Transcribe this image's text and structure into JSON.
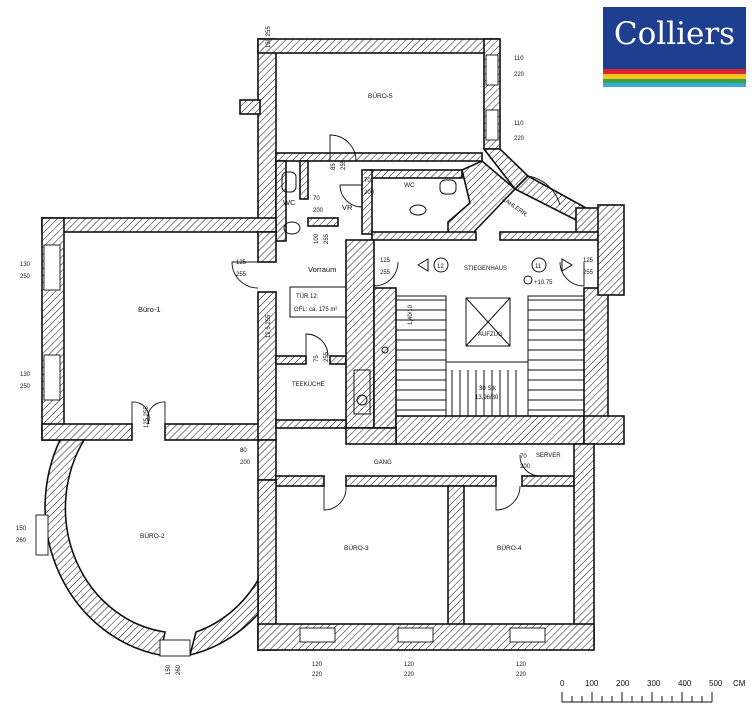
{
  "brand": {
    "name": "Colliers",
    "colors": {
      "blue": "#1e3f8f",
      "red": "#d9262e",
      "yellow": "#f4c21b",
      "green": "#3aa34a",
      "sky": "#39a9dc"
    }
  },
  "rooms": {
    "buero1": "Büro-1",
    "buero2": "BÜRO-2",
    "buero3": "BÜRO-3",
    "buero4": "BÜRO-4",
    "buero5": "BÜRO-5",
    "wc_left": "WC",
    "wc_right": "WC",
    "vr": "VR",
    "vorraum": "Vorraum",
    "teekueche": "TEEKÜCHE",
    "gang": "GANG",
    "server": "SERVER",
    "zaehler": "ZÄHLERR.",
    "stiegenhaus": "STIEGENHAUS",
    "aufzug": "AUFZUG",
    "stiege_steps": "30 Stk",
    "stiege_dim": "13,96/30"
  },
  "info_box": {
    "line1": "TÜR 12:",
    "line2": "GFL: ca. 175 m²"
  },
  "markers": {
    "door12": "12",
    "door11": "11",
    "level": "+10,75"
  },
  "dims": {
    "d_125_255": [
      "125",
      "255"
    ],
    "d_130_250": [
      "130",
      "250"
    ],
    "d_110_220": [
      "110",
      "220"
    ],
    "d_85_255": [
      "85",
      "255"
    ],
    "d_70_200": [
      "70",
      "200"
    ],
    "d_100_255": [
      "100",
      "255"
    ],
    "d_80_200": [
      "80",
      "200"
    ],
    "d_150_260": [
      "150",
      "260"
    ],
    "d_120_220": [
      "120",
      "220"
    ],
    "d_75_255": [
      "75",
      "255"
    ],
    "d_125_255_v": "125 255",
    "d_150_255_v": "150 255",
    "d_12_side": "12 5 255",
    "d_stair": "1,40/10"
  },
  "scale_bar": {
    "labels": [
      "0",
      "100",
      "200",
      "300",
      "400",
      "500"
    ],
    "unit": "CM"
  }
}
